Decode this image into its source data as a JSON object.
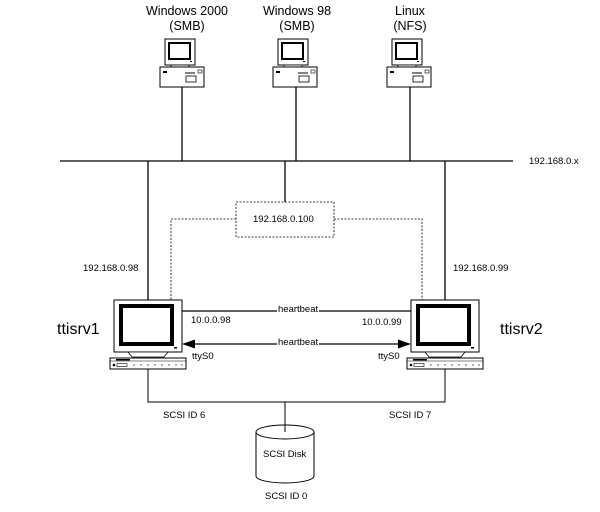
{
  "clients": [
    {
      "name": "Windows 2000",
      "protocol": "(SMB)"
    },
    {
      "name": "Windows 98",
      "protocol": "(SMB)"
    },
    {
      "name": "Linux",
      "protocol": "(NFS)"
    }
  ],
  "network": {
    "subnet": "192.168.0.x",
    "virtual_ip": "192.168.0.100"
  },
  "servers": [
    {
      "hostname": "ttisrv1",
      "lan_ip": "192.168.0.98",
      "heartbeat_ip": "10.0.0.98",
      "serial": "ttyS0",
      "scsi_id": "SCSI ID 6"
    },
    {
      "hostname": "ttisrv2",
      "lan_ip": "192.168.0.99",
      "heartbeat_ip": "10.0.0.99",
      "serial": "ttyS0",
      "scsi_id": "SCSI ID 7"
    }
  ],
  "heartbeat": {
    "ethernet_label": "heartbeat",
    "serial_label": "heartbeat"
  },
  "disk": {
    "label": "SCSI Disk",
    "scsi_id": "SCSI ID 0"
  }
}
